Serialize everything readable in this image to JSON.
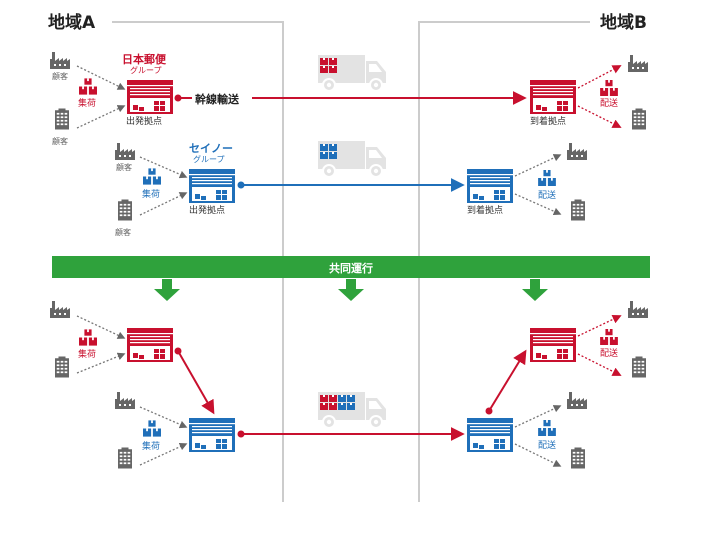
{
  "regions": {
    "a": "地域A",
    "b": "地域B"
  },
  "japan_post": {
    "name": "日本郵便",
    "group": "グループ",
    "origin_hub": "出発拠点",
    "arrival_hub": "到着拠点"
  },
  "seino": {
    "name": "セイノー",
    "group": "グループ",
    "origin_hub": "出発拠点",
    "arrival_hub": "到着拠点"
  },
  "labels": {
    "customer": "顧客",
    "pickup": "集荷",
    "delivery": "配送",
    "trunk": "幹線輸送",
    "joint": "共同運行"
  },
  "colors": {
    "japan_post_red": "#c8102e",
    "seino_blue": "#1f6fb9",
    "joint_green": "#2fa23c",
    "gray_icon": "#555555",
    "region_line": "#cccccc",
    "truck_gray": "#e4e4e4"
  },
  "icons": [
    "factory-icon",
    "building-icon",
    "boxes-icon",
    "warehouse-icon",
    "truck-icon",
    "down-arrow-icon"
  ]
}
